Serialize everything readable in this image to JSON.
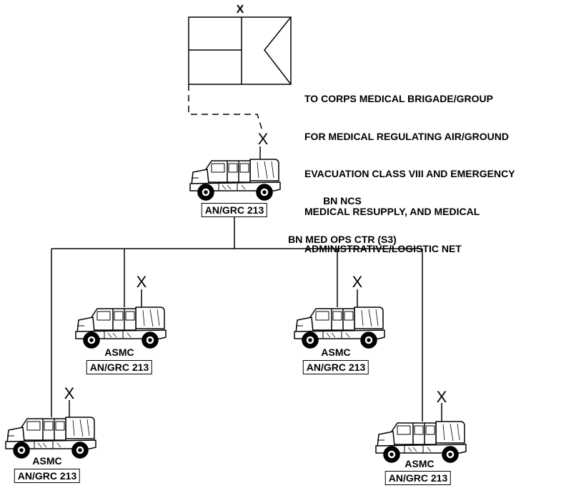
{
  "hq_symbol": {
    "echelon_mark": "X",
    "description_lines": [
      "TO CORPS MEDICAL BRIGADE/GROUP",
      "FOR MEDICAL REGULATING AIR/GROUND",
      "EVACUATION CLASS VIII AND EMERGENCY",
      "MEDICAL RESUPPLY, AND MEDICAL",
      "ADMINISTRATIVE/LOGISTIC NET"
    ]
  },
  "net_control": {
    "antenna_mark": "X",
    "role_lines": [
      "BN NCS",
      "BN MED OPS CTR (S3)"
    ],
    "radio": "AN/GRC 213"
  },
  "stations": [
    {
      "antenna_mark": "X",
      "name": "ASMC",
      "radio": "AN/GRC 213"
    },
    {
      "antenna_mark": "X",
      "name": "ASMC",
      "radio": "AN/GRC 213"
    },
    {
      "antenna_mark": "X",
      "name": "ASMC",
      "radio": "AN/GRC 213"
    },
    {
      "antenna_mark": "X",
      "name": "ASMC",
      "radio": "AN/GRC 213"
    }
  ],
  "vehicle_icon": "humvee-icon"
}
